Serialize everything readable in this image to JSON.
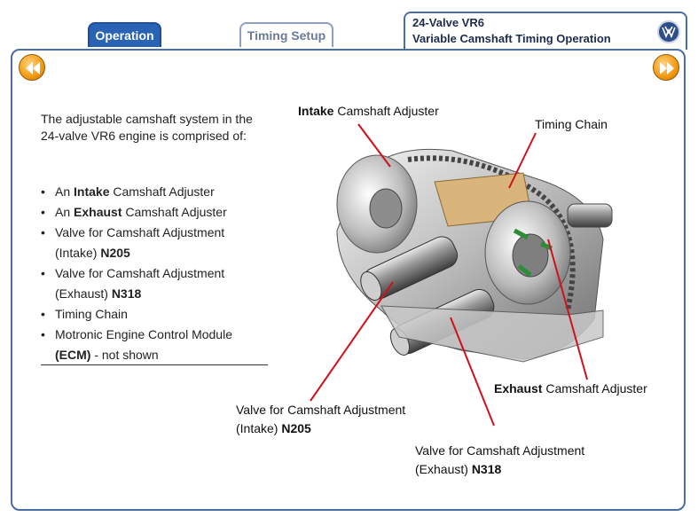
{
  "tabs": {
    "operation": "Operation",
    "timing_setup": "Timing Setup"
  },
  "header": {
    "line1": "24-Valve VR6",
    "line2": "Variable Camshaft Timing Operation"
  },
  "intro_text": "The adjustable camshaft system in the 24-valve VR6 engine is comprised of:",
  "bullets": [
    {
      "pre": "An ",
      "bold": "Intake",
      "post": " Camshaft Adjuster"
    },
    {
      "pre": "An ",
      "bold": "Exhaust",
      "post": " Camshaft Adjuster"
    },
    {
      "line1": "Valve for Camshaft Adjustment",
      "line2_pre": "(Intake) ",
      "line2_bold": "N205"
    },
    {
      "line1": "Valve for Camshaft Adjustment",
      "line2_pre": "(Exhaust) ",
      "line2_bold": "N318"
    },
    {
      "text": "Timing Chain"
    },
    {
      "line1": "Motronic Engine Control Module",
      "line2_bold": "(ECM)",
      "line2_post": " - not shown"
    }
  ],
  "labels": {
    "intake_adjuster": {
      "bold": "Intake",
      "text": " Camshaft Adjuster"
    },
    "timing_chain": "Timing Chain",
    "exhaust_adjuster": {
      "bold": "Exhaust",
      "text": " Camshaft Adjuster"
    },
    "valve_intake": {
      "line1": "Valve for Camshaft Adjustment",
      "line2_pre": "(Intake) ",
      "line2_bold": "N205"
    },
    "valve_exhaust": {
      "line1": "Valve for Camshaft Adjustment",
      "line2_pre": "(Exhaust) ",
      "line2_bold": "N318"
    }
  },
  "colors": {
    "tab_active": "#2a63b3",
    "border": "#4a6ea8",
    "nav_button": "#f29a12",
    "callout_line": "#d0101a"
  },
  "icons": {
    "prev": "rewind-icon",
    "next": "fast-forward-icon",
    "brand": "vw-logo-icon"
  }
}
